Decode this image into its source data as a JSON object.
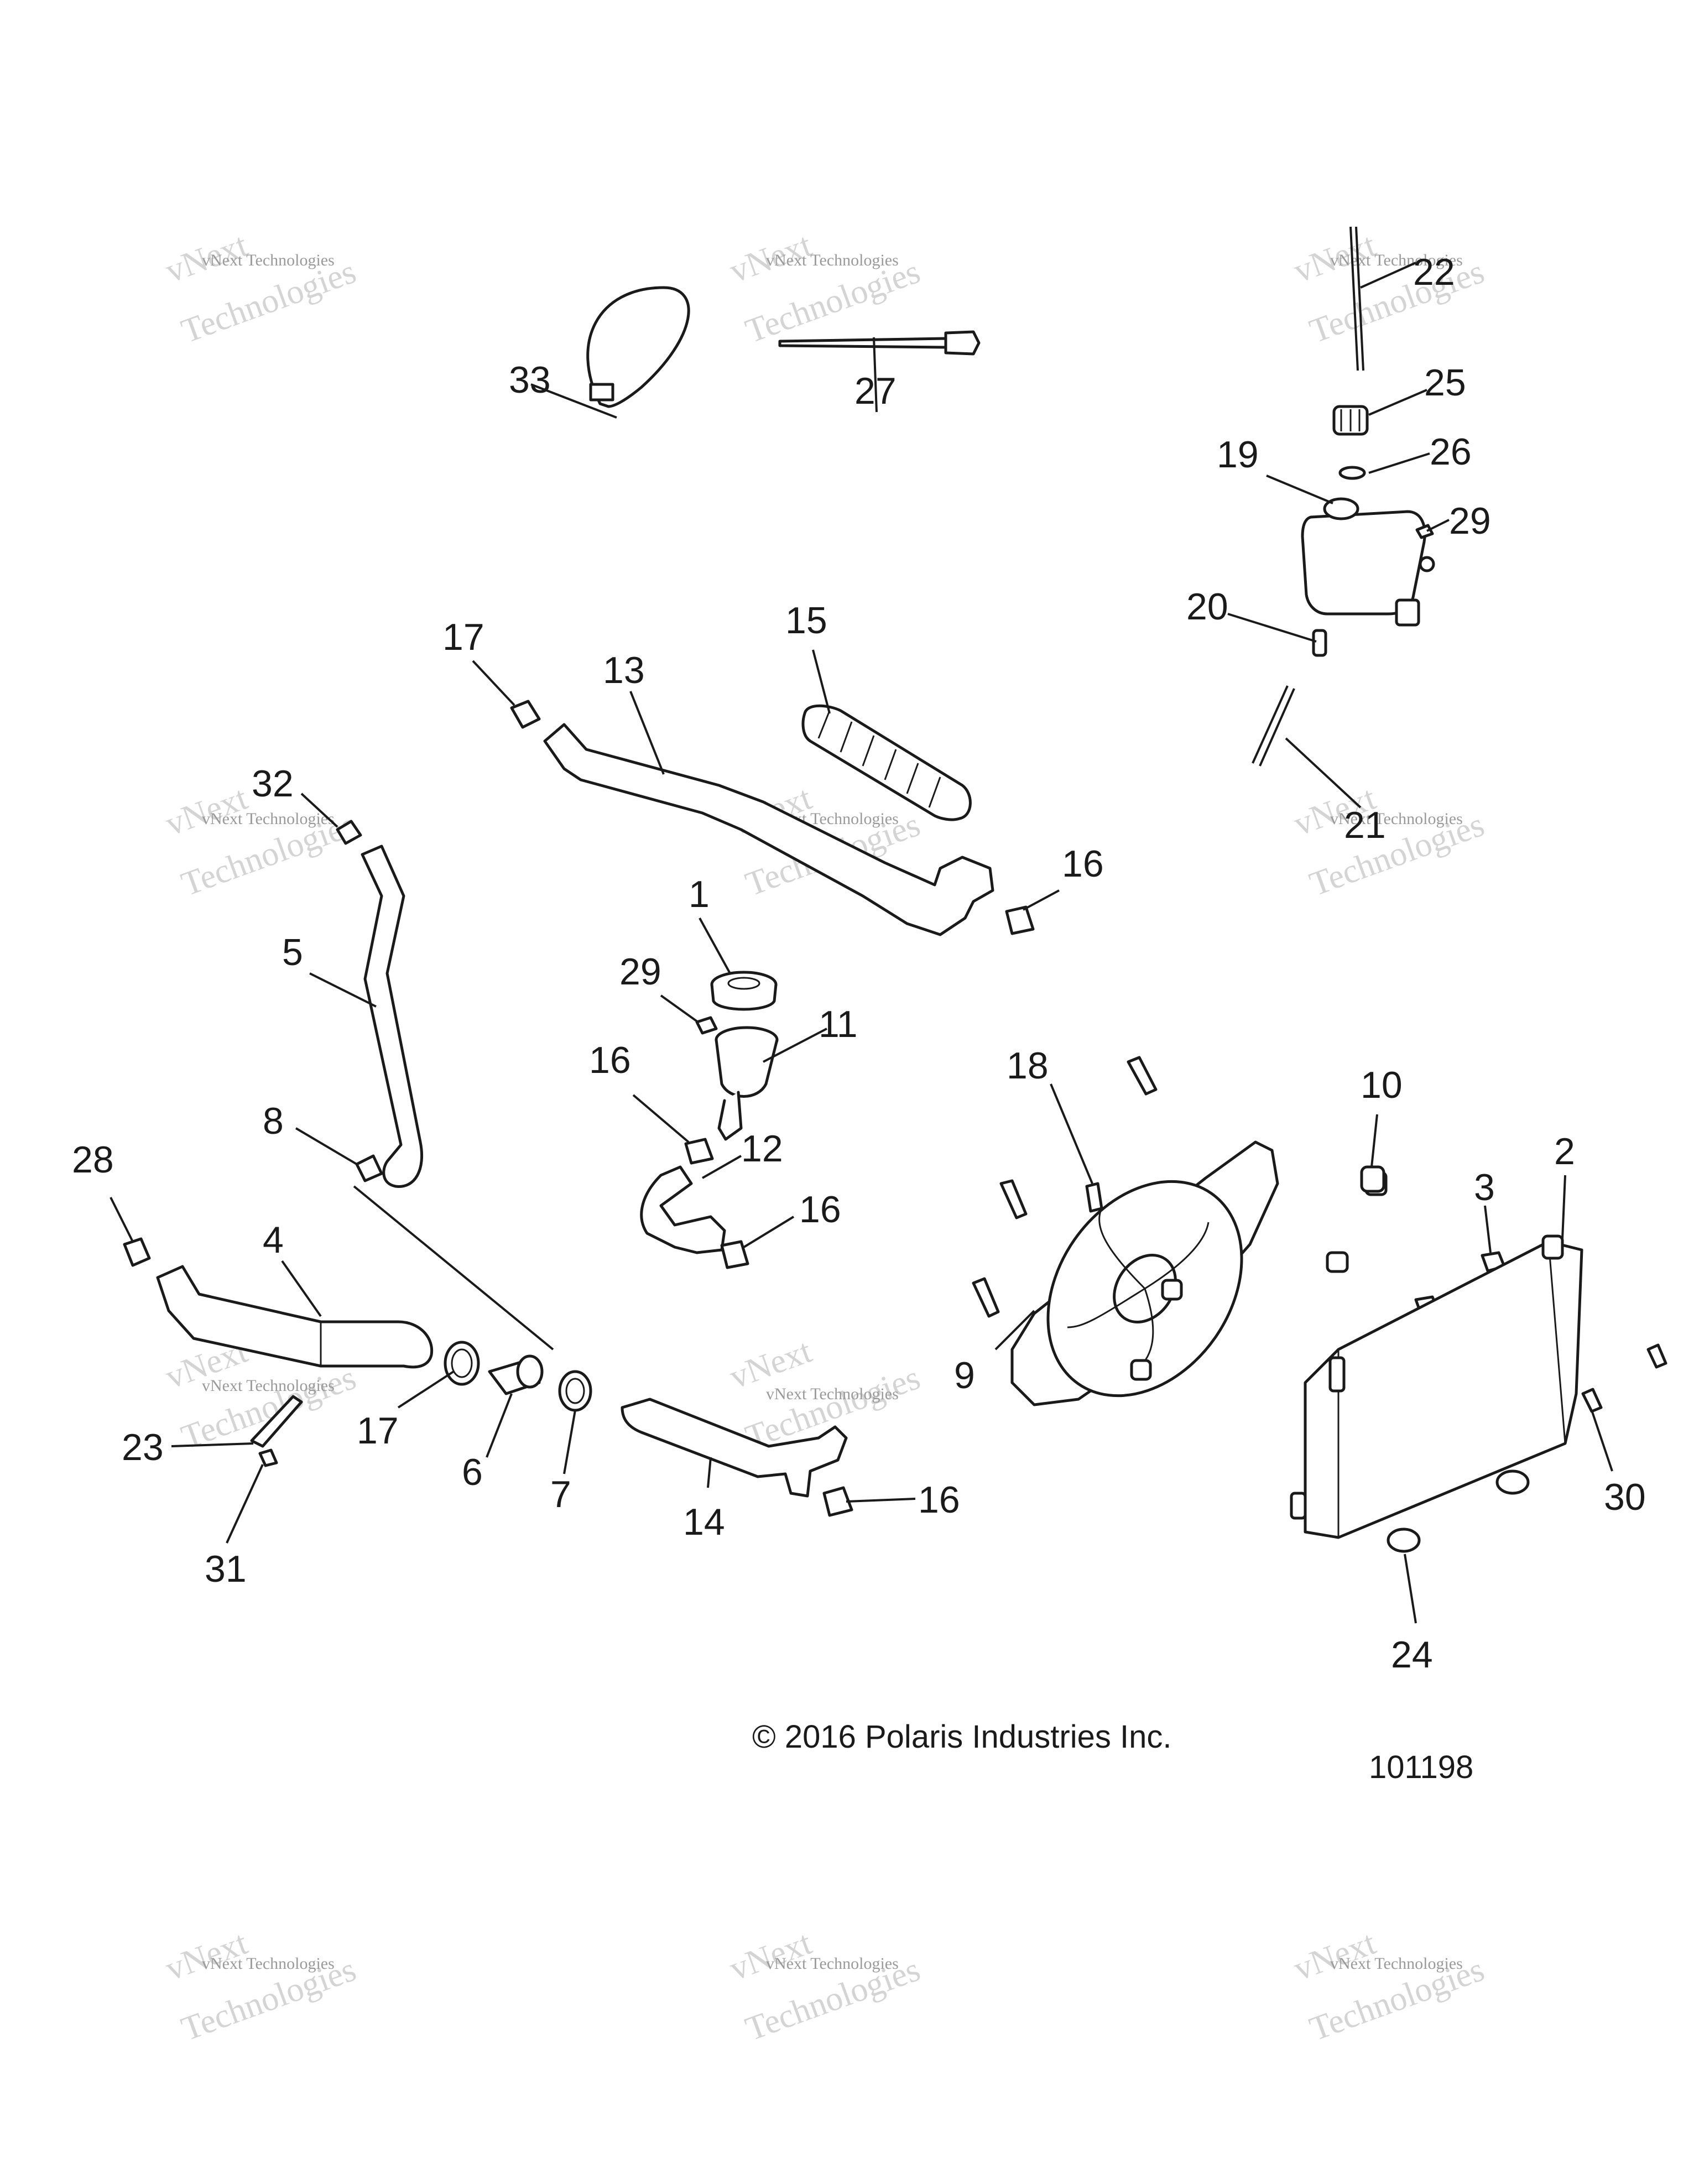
{
  "callouts": {
    "c1": "1",
    "c2": "2",
    "c3": "3",
    "c4": "4",
    "c5": "5",
    "c6": "6",
    "c7": "7",
    "c8": "8",
    "c9": "9",
    "c10": "10",
    "c11": "11",
    "c12": "12",
    "c13": "13",
    "c14": "14",
    "c15": "15",
    "c16a": "16",
    "c16b": "16",
    "c16c": "16",
    "c16d": "16",
    "c17a": "17",
    "c17b": "17",
    "c18": "18",
    "c19": "19",
    "c20": "20",
    "c21": "21",
    "c22": "22",
    "c23": "23",
    "c24": "24",
    "c25": "25",
    "c26": "26",
    "c27": "27",
    "c28": "28",
    "c29a": "29",
    "c29b": "29",
    "c30": "30",
    "c31": "31",
    "c32": "32",
    "c33": "33"
  },
  "footer": {
    "copyright": "© 2016 Polaris Industries Inc.",
    "diagram_number": "101198"
  },
  "watermark": {
    "line1": "vNext Technologies",
    "line2": "vNext",
    "line3": "Technologies"
  }
}
